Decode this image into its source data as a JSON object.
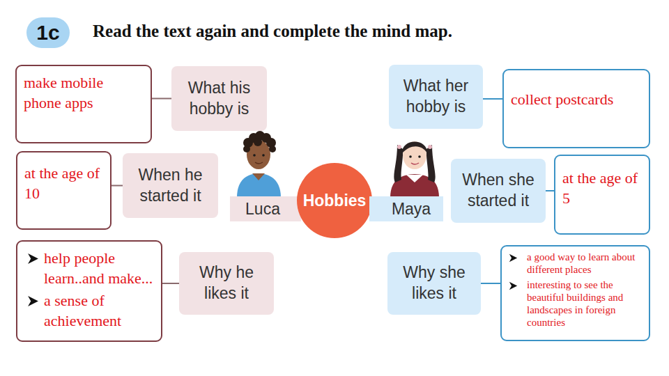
{
  "diagram": {
    "title": "Read the text again and complete the mind map.",
    "nodes": [
      {
        "text": [
          "1c"
        ]
      },
      {
        "text": [
          "make mobile phone apps"
        ]
      },
      {
        "text": [
          "What his hobby is"
        ]
      },
      {
        "text": [
          "What her hobby is"
        ]
      },
      {
        "text": [
          "collect postcards"
        ]
      },
      {
        "text": [
          "at the age of 10"
        ]
      },
      {
        "text": [
          "When he started it"
        ]
      },
      {
        "text": [
          "Luca"
        ]
      },
      {
        "text": [
          "Hobbies"
        ]
      },
      {
        "text": [
          "Maya"
        ]
      },
      {
        "text": [
          "When she started it"
        ]
      },
      {
        "text": [
          "at the age of 5"
        ]
      },
      {
        "text": [
          "help people learn..and make...",
          "a sense of achievement"
        ]
      },
      {
        "text": [
          "Why he likes it"
        ]
      },
      {
        "text": [
          "Why she likes it"
        ]
      },
      {
        "text": [
          "a good way to learn about different places",
          "interesting to see the beautiful buildings and landscapes in foreign countries"
        ]
      }
    ],
    "edges": [
      {
        "from": 1,
        "to": 2,
        "arrow": "none"
      },
      {
        "from": 3,
        "to": 4,
        "arrow": "none"
      },
      {
        "from": 5,
        "to": 6,
        "arrow": "none"
      },
      {
        "from": 10,
        "to": 11,
        "arrow": "none"
      },
      {
        "from": 12,
        "to": 13,
        "arrow": "none"
      },
      {
        "from": 14,
        "to": 15,
        "arrow": "none"
      }
    ]
  }
}
